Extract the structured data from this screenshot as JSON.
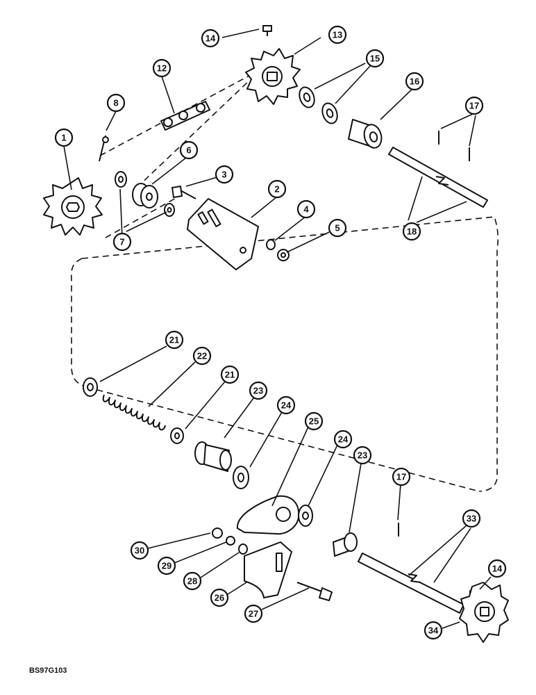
{
  "drawing_code": "BS97G103",
  "callouts": [
    {
      "id": "c1",
      "label": "1"
    },
    {
      "id": "c2",
      "label": "2"
    },
    {
      "id": "c3",
      "label": "3"
    },
    {
      "id": "c4",
      "label": "4"
    },
    {
      "id": "c5",
      "label": "5"
    },
    {
      "id": "c6",
      "label": "6"
    },
    {
      "id": "c7",
      "label": "7"
    },
    {
      "id": "c8",
      "label": "8"
    },
    {
      "id": "c12",
      "label": "12"
    },
    {
      "id": "c13",
      "label": "13"
    },
    {
      "id": "c14a",
      "label": "14"
    },
    {
      "id": "c15",
      "label": "15"
    },
    {
      "id": "c16",
      "label": "16"
    },
    {
      "id": "c17a",
      "label": "17"
    },
    {
      "id": "c18",
      "label": "18"
    },
    {
      "id": "c21a",
      "label": "21"
    },
    {
      "id": "c22",
      "label": "22"
    },
    {
      "id": "c21b",
      "label": "21"
    },
    {
      "id": "c23a",
      "label": "23"
    },
    {
      "id": "c24a",
      "label": "24"
    },
    {
      "id": "c25",
      "label": "25"
    },
    {
      "id": "c24b",
      "label": "24"
    },
    {
      "id": "c23b",
      "label": "23"
    },
    {
      "id": "c17b",
      "label": "17"
    },
    {
      "id": "c33",
      "label": "33"
    },
    {
      "id": "c14b",
      "label": "14"
    },
    {
      "id": "c30",
      "label": "30"
    },
    {
      "id": "c29",
      "label": "29"
    },
    {
      "id": "c28",
      "label": "28"
    },
    {
      "id": "c26",
      "label": "26"
    },
    {
      "id": "c27",
      "label": "27"
    },
    {
      "id": "c34",
      "label": "34"
    }
  ]
}
